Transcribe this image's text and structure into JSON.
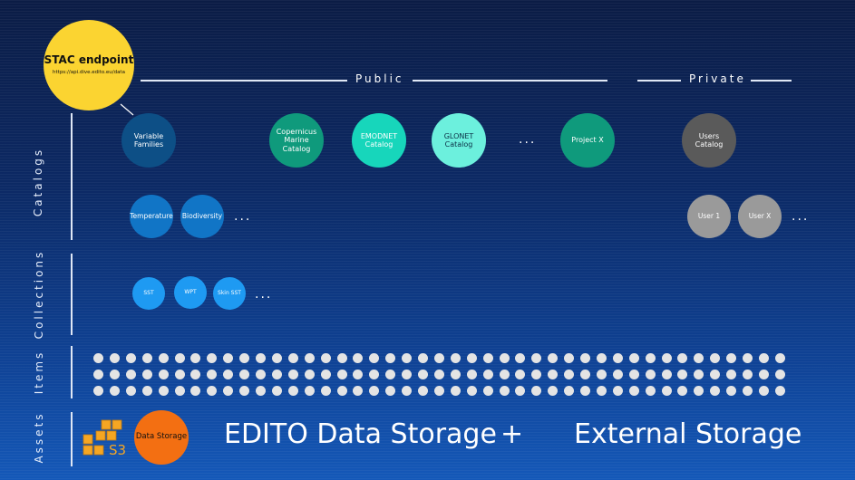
{
  "stac": {
    "title": "STAC endpoint",
    "url": "https://api.dive.edito.eu/data",
    "color": "#fbd431"
  },
  "sections": {
    "public": "Public",
    "private": "Private"
  },
  "side_labels": {
    "catalogs": "Catalogs",
    "collections": "Collections",
    "items": "Items",
    "assets": "Assets"
  },
  "catalogs": [
    {
      "label": "Variable\nFamilies",
      "color": "#0d4f86"
    },
    {
      "label": "Copernicus\nMarine\nCatalog",
      "color": "#0f9a7c"
    },
    {
      "label": "EMODNET\nCatalog",
      "color": "#17d6bb"
    },
    {
      "label": "GLONET\nCatalog",
      "color": "#6cf0dd"
    },
    {
      "label": "Project X",
      "color": "#0f9a7c"
    },
    {
      "label": "Users\nCatalog",
      "color": "#5a5a5a"
    }
  ],
  "sub_catalogs": [
    {
      "label": "Temperature",
      "color": "#1175c6"
    },
    {
      "label": "Biodiversity",
      "color": "#1175c6"
    },
    {
      "label": "User 1",
      "color": "#9a9a9a"
    },
    {
      "label": "User X",
      "color": "#9a9a9a"
    }
  ],
  "collections": [
    {
      "label": "SST",
      "color": "#1e9af2"
    },
    {
      "label": "WPT",
      "color": "#1e9af2"
    },
    {
      "label": "Skin SST",
      "color": "#1e9af2"
    }
  ],
  "ellipsis": "...",
  "assets": {
    "s3_label": "S3",
    "data_storage": "Data Storage",
    "data_storage_color": "#f36f12",
    "edito_storage": "EDITO Data Storage",
    "plus": "+",
    "external_storage": "External Storage"
  }
}
